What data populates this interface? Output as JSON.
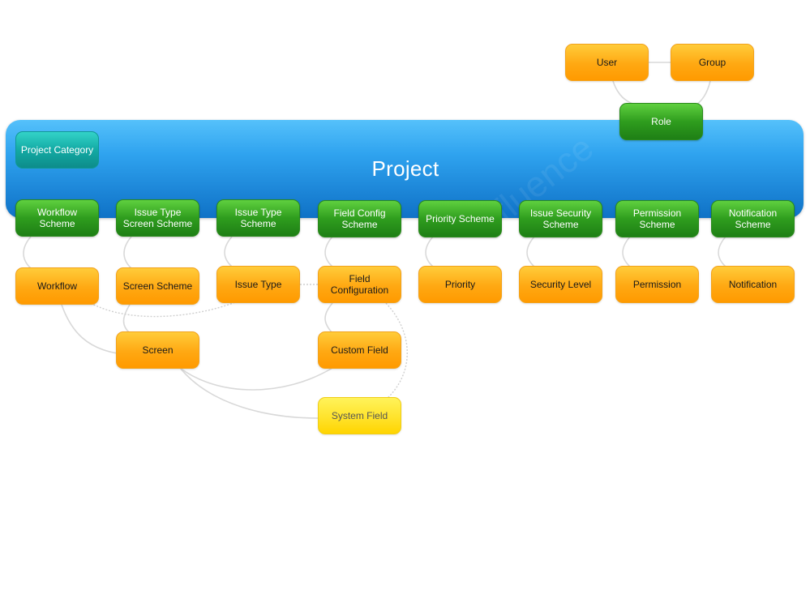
{
  "diagram": {
    "project": "Project",
    "watermark": "Confluence",
    "project_category": "Project Category",
    "user": "User",
    "group": "Group",
    "role": "Role",
    "schemes": [
      "Workflow Scheme",
      "Issue Type Screen Scheme",
      "Issue Type Scheme",
      "Field Config Scheme",
      "Priority Scheme",
      "Issue Security Scheme",
      "Permission Scheme",
      "Notification Scheme"
    ],
    "entities": [
      "Workflow",
      "Screen Scheme",
      "Issue Type",
      "Field Configuration",
      "Priority",
      "Security Level",
      "Permission",
      "Notification"
    ],
    "screen": "Screen",
    "custom_field": "Custom Field",
    "system_field": "System Field"
  },
  "colors": {
    "project_blue": "#2fa3ef",
    "scheme_green": "#2f9d1e",
    "entity_orange": "#ffa812",
    "system_yellow": "#ffe32c",
    "category_teal": "#13aaa4",
    "link_gray": "#d8d8d8"
  }
}
